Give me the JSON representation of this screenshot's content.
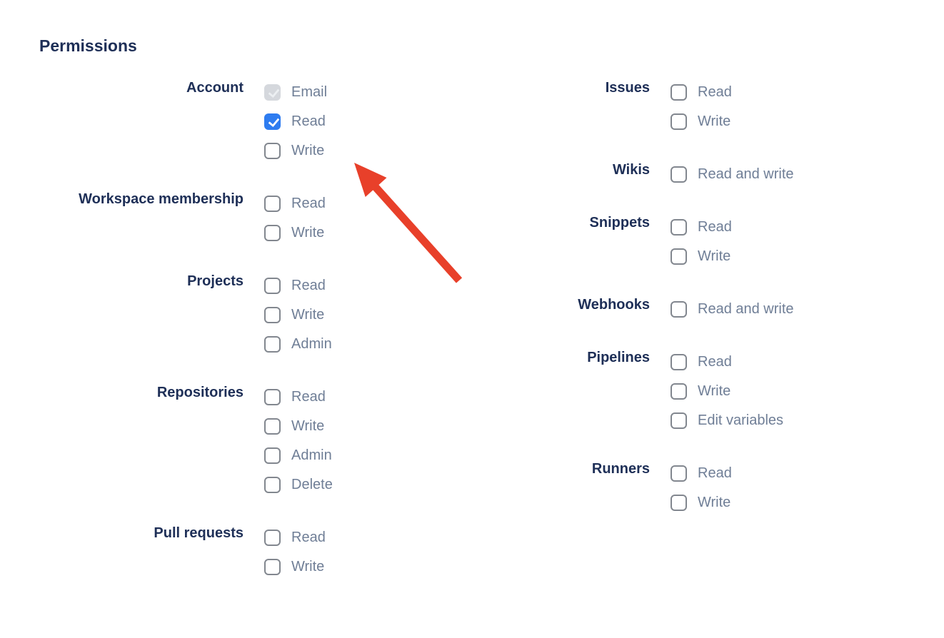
{
  "heading": "Permissions",
  "colors": {
    "heading_text": "#1e2f57",
    "option_text": "#6f7e96",
    "checkbox_border": "#82878f",
    "checkbox_checked": "#2e7cf0",
    "checkbox_disabled": "#d5d8dd",
    "arrow": "#e8402a"
  },
  "permissions": {
    "left_groups": [
      {
        "label": "Account",
        "items": [
          {
            "label": "Email",
            "state": "disabled-checked"
          },
          {
            "label": "Read",
            "state": "checked"
          },
          {
            "label": "Write",
            "state": "unchecked"
          }
        ]
      },
      {
        "label": "Workspace membership",
        "items": [
          {
            "label": "Read",
            "state": "unchecked"
          },
          {
            "label": "Write",
            "state": "unchecked"
          }
        ]
      },
      {
        "label": "Projects",
        "items": [
          {
            "label": "Read",
            "state": "unchecked"
          },
          {
            "label": "Write",
            "state": "unchecked"
          },
          {
            "label": "Admin",
            "state": "unchecked"
          }
        ]
      },
      {
        "label": "Repositories",
        "items": [
          {
            "label": "Read",
            "state": "unchecked"
          },
          {
            "label": "Write",
            "state": "unchecked"
          },
          {
            "label": "Admin",
            "state": "unchecked"
          },
          {
            "label": "Delete",
            "state": "unchecked"
          }
        ]
      },
      {
        "label": "Pull requests",
        "items": [
          {
            "label": "Read",
            "state": "unchecked"
          },
          {
            "label": "Write",
            "state": "unchecked"
          }
        ]
      }
    ],
    "right_groups": [
      {
        "label": "Issues",
        "items": [
          {
            "label": "Read",
            "state": "unchecked"
          },
          {
            "label": "Write",
            "state": "unchecked"
          }
        ]
      },
      {
        "label": "Wikis",
        "items": [
          {
            "label": "Read and write",
            "state": "unchecked"
          }
        ]
      },
      {
        "label": "Snippets",
        "items": [
          {
            "label": "Read",
            "state": "unchecked"
          },
          {
            "label": "Write",
            "state": "unchecked"
          }
        ]
      },
      {
        "label": "Webhooks",
        "items": [
          {
            "label": "Read and write",
            "state": "unchecked"
          }
        ]
      },
      {
        "label": "Pipelines",
        "items": [
          {
            "label": "Read",
            "state": "unchecked"
          },
          {
            "label": "Write",
            "state": "unchecked"
          },
          {
            "label": "Edit variables",
            "state": "unchecked"
          }
        ]
      },
      {
        "label": "Runners",
        "items": [
          {
            "label": "Read",
            "state": "unchecked"
          },
          {
            "label": "Write",
            "state": "unchecked"
          }
        ]
      }
    ]
  }
}
